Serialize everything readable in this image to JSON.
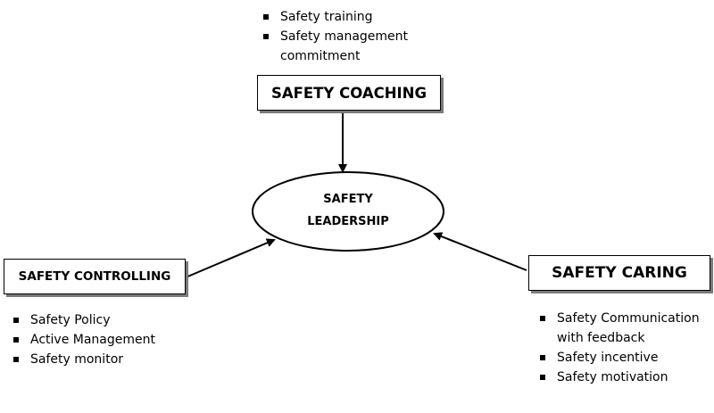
{
  "center": {
    "lines": [
      "SAFETY",
      "LEADERSHIP"
    ]
  },
  "coaching": {
    "title": "SAFETY COACHING",
    "items": [
      "Safety training",
      "Safety management commitment"
    ]
  },
  "controlling": {
    "title": "SAFETY CONTROLLING",
    "items": [
      "Safety Policy",
      "Active Management",
      "Safety monitor"
    ]
  },
  "caring": {
    "title": "SAFETY CARING",
    "items": [
      "Safety Communication with feedback",
      "Safety incentive",
      "Safety motivation"
    ]
  }
}
